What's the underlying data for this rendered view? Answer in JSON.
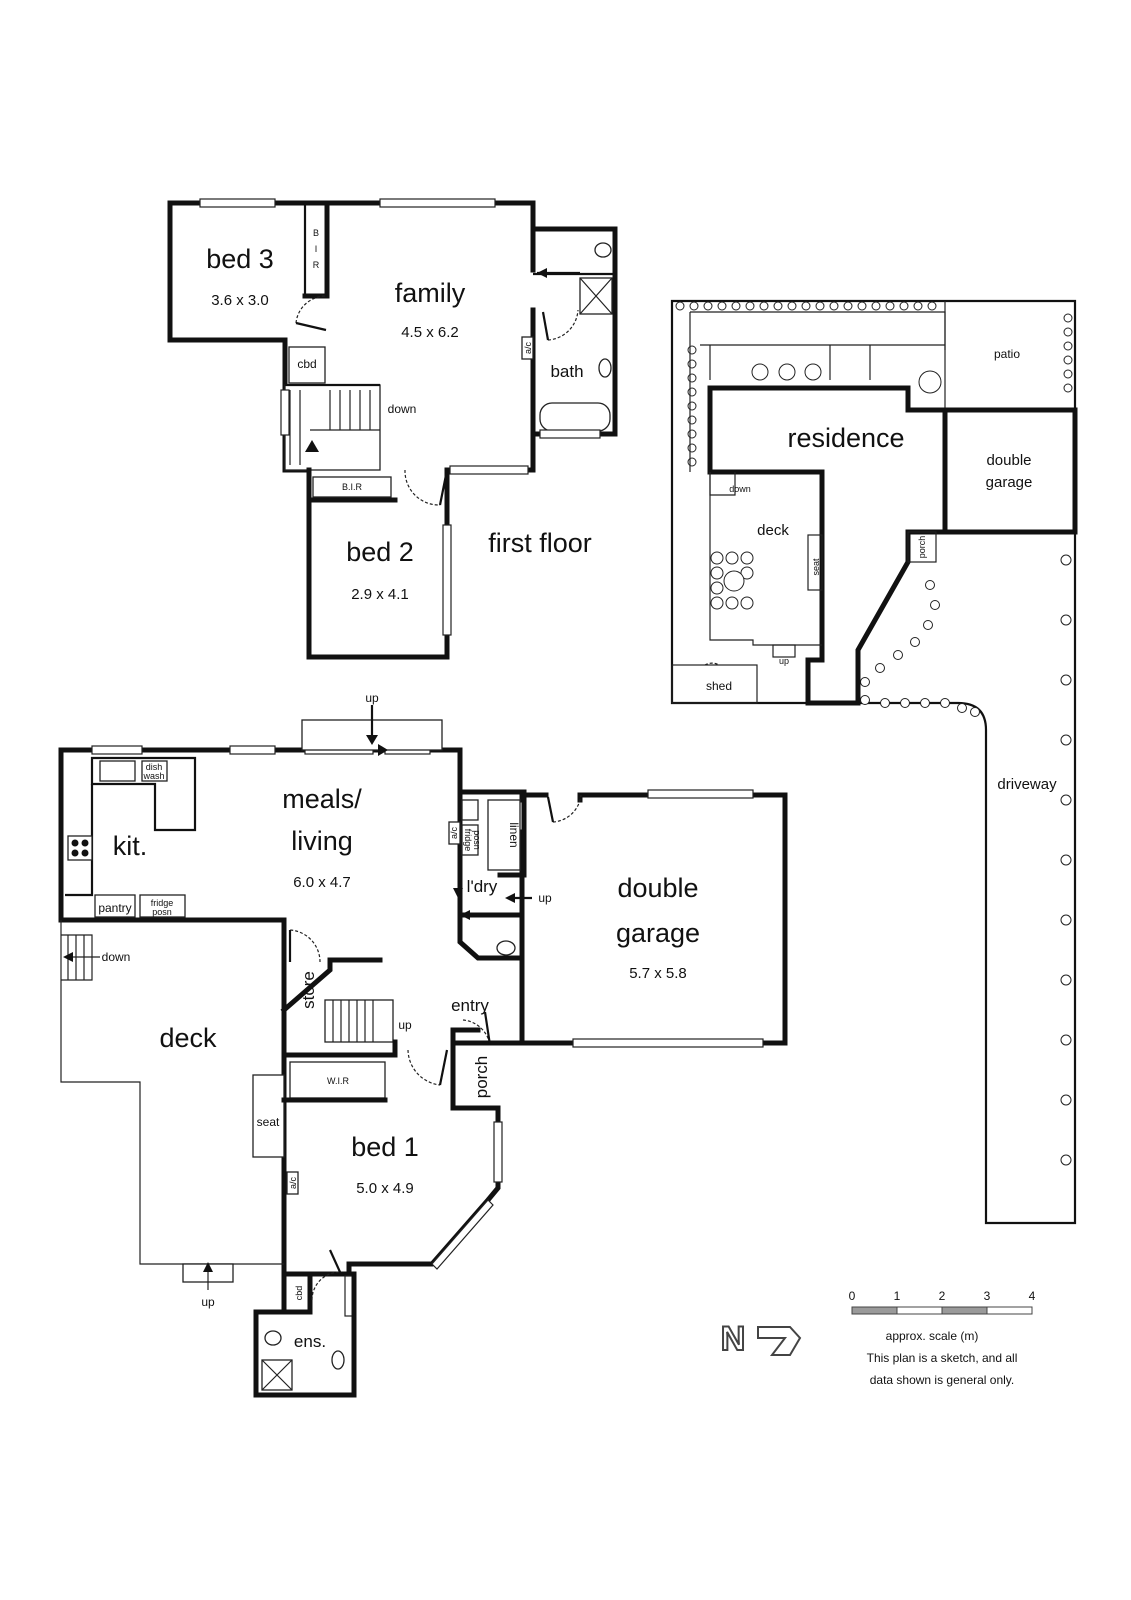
{
  "first_floor": {
    "heading": "first floor",
    "bed3": {
      "name": "bed 3",
      "size": "3.6 x 3.0"
    },
    "family": {
      "name": "family",
      "size": "4.5 x 6.2"
    },
    "bath": "bath",
    "bed2": {
      "name": "bed 2",
      "size": "2.9 x 4.1"
    },
    "bir_vertical": [
      "B",
      "I",
      "R"
    ],
    "bir": "B.I.R",
    "cbd": "cbd",
    "down": "down",
    "ac": "a/c"
  },
  "ground_floor": {
    "up_top": "up",
    "meals_living": {
      "name_line1": "meals/",
      "name_line2": "living",
      "size": "6.0 x 4.7"
    },
    "kit": "kit.",
    "dishwash_line1": "dish",
    "dishwash_line2": "wash",
    "pantry": "pantry",
    "fridge_line1": "fridge",
    "fridge_line2": "posn",
    "ac1": "a/c",
    "fridge_small_line1": "fridge",
    "fridge_small_line2": "posn",
    "linen": "linen",
    "ldry": "l'dry",
    "up_ldry": "up",
    "double_garage": {
      "name_line1": "double",
      "name_line2": "garage",
      "size": "5.7 x 5.8"
    },
    "deck": "deck",
    "down_deck": "down",
    "store": "store",
    "up_stair": "up",
    "entry": "entry",
    "porch": "porch",
    "wir": "W.I.R",
    "seat": "seat",
    "bed1": {
      "name": "bed 1",
      "size": "5.0 x 4.9"
    },
    "ac2": "a/c",
    "cbd": "cbd",
    "ens": "ens.",
    "up_deck": "up"
  },
  "site_plan": {
    "patio": "patio",
    "residence": "residence",
    "double_garage_line1": "double",
    "double_garage_line2": "garage",
    "down": "down",
    "deck": "deck",
    "seat": "seat",
    "porch": "porch",
    "up": "up",
    "shed": "shed",
    "driveway": "driveway"
  },
  "scale": {
    "ticks": [
      "0",
      "1",
      "2",
      "3",
      "4"
    ],
    "label": "approx. scale (m)",
    "note_line1": "This plan is a sketch, and all",
    "note_line2": "data shown is general only."
  },
  "compass": {
    "letter": "N"
  }
}
